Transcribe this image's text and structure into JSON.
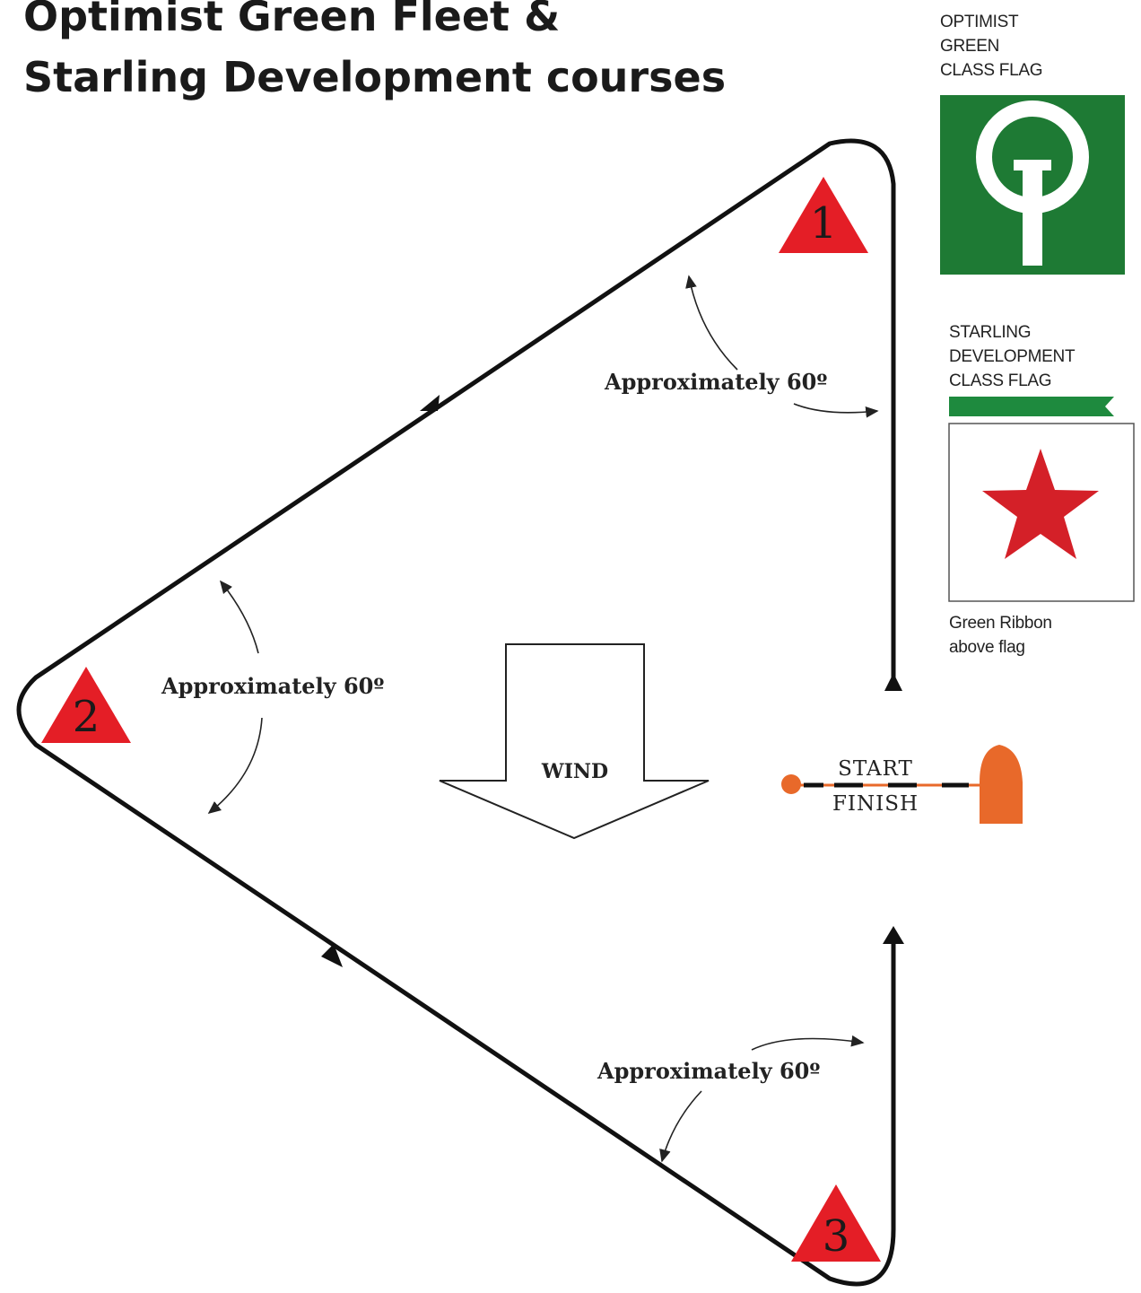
{
  "title": {
    "line1": "Optimist Green Fleet &",
    "line2": "Starling Development courses"
  },
  "optimist_flag": {
    "caption": [
      "OPTIMIST",
      "GREEN",
      "CLASS FLAG"
    ],
    "color": "#1e7a34"
  },
  "starling_flag": {
    "caption": [
      "STARLING",
      "DEVELOPMENT",
      "CLASS FLAG"
    ],
    "ribbon_color": "#1e8a3e",
    "star_color": "#d42028",
    "note": [
      "Green Ribbon",
      "above flag"
    ]
  },
  "marks": [
    {
      "label": "1",
      "color": "#e41e26"
    },
    {
      "label": "2",
      "color": "#e41e26"
    },
    {
      "label": "3",
      "color": "#e41e26"
    }
  ],
  "angle_labels": [
    "Approximately 60º",
    "Approximately 60º",
    "Approximately 60º"
  ],
  "wind": {
    "label": "WIND"
  },
  "start_finish": {
    "start": "START",
    "finish": "FINISH",
    "color": "#e8692a"
  }
}
